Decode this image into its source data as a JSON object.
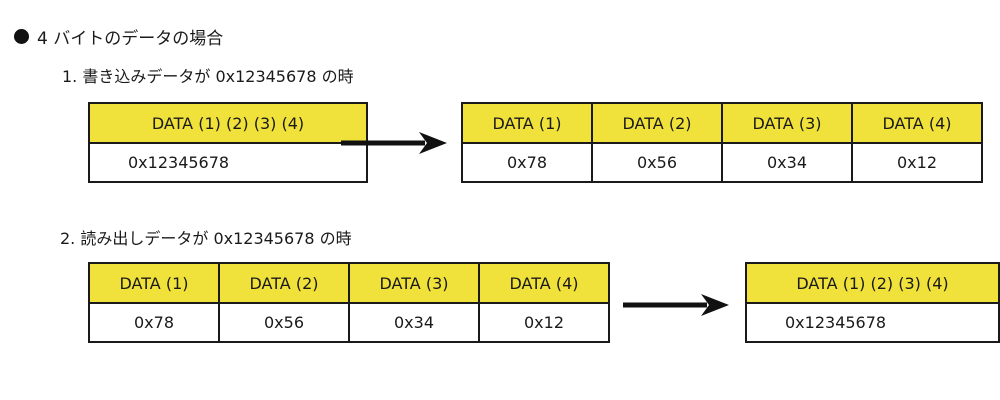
{
  "heading": "4 バイトのデータの場合",
  "sections": [
    {
      "label": "1. 書き込みデータが 0x12345678 の時",
      "source": {
        "header": "DATA (1) (2) (3) (4)",
        "value": "0x12345678"
      },
      "target": {
        "headers": [
          "DATA (1)",
          "DATA (2)",
          "DATA (3)",
          "DATA (4)"
        ],
        "values": [
          "0x78",
          "0x56",
          "0x34",
          "0x12"
        ]
      }
    },
    {
      "label": "2. 読み出しデータが 0x12345678 の時",
      "source": {
        "headers": [
          "DATA (1)",
          "DATA (2)",
          "DATA (3)",
          "DATA (4)"
        ],
        "values": [
          "0x78",
          "0x56",
          "0x34",
          "0x12"
        ]
      },
      "target": {
        "header": "DATA (1) (2) (3) (4)",
        "value": "0x12345678"
      }
    }
  ],
  "colors": {
    "header_fill": "#f0e23a",
    "border": "#1a1a1a",
    "arrow": "#111111"
  }
}
